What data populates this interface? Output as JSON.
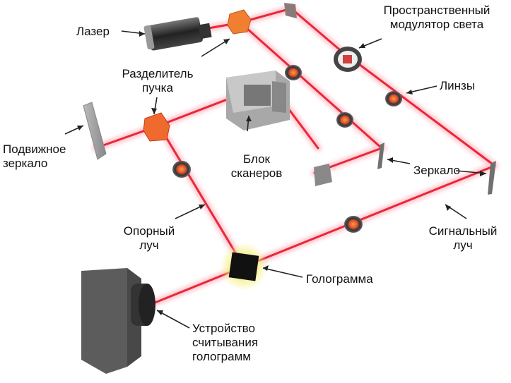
{
  "labels": {
    "laser": "Лазер",
    "slm": "Пространственный\nмодулятор света",
    "splitter": "Разделитель\nпучка",
    "lenses": "Линзы",
    "movable_mirror": "Подвижное\nзеркало",
    "scanner_block": "Блок\nсканеров",
    "mirror": "Зеркало",
    "reference_beam": "Опорный\nлуч",
    "signal_beam": "Сигнальный\nлуч",
    "hologram": "Голограмма",
    "reader": "Устройство\nсчитывания\nголограмм"
  },
  "colors": {
    "beam": "#e8283a",
    "beam_glow": "#ff9aa8",
    "arrow": "#222222"
  }
}
